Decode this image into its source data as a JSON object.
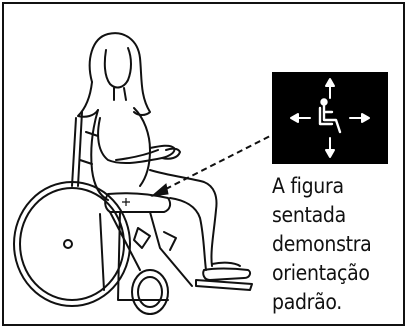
{
  "caption": {
    "lines": [
      "A figura",
      "sentada",
      "demonstra",
      "orientação",
      "padrão."
    ]
  },
  "icon": {
    "name": "seated-figure-orientation-icon",
    "arrows": [
      "arrow-up",
      "arrow-down",
      "arrow-left",
      "arrow-right"
    ]
  },
  "colors": {
    "background": "#ffffff",
    "ink": "#111111",
    "icon_bg": "#000000",
    "icon_fg": "#ffffff"
  }
}
